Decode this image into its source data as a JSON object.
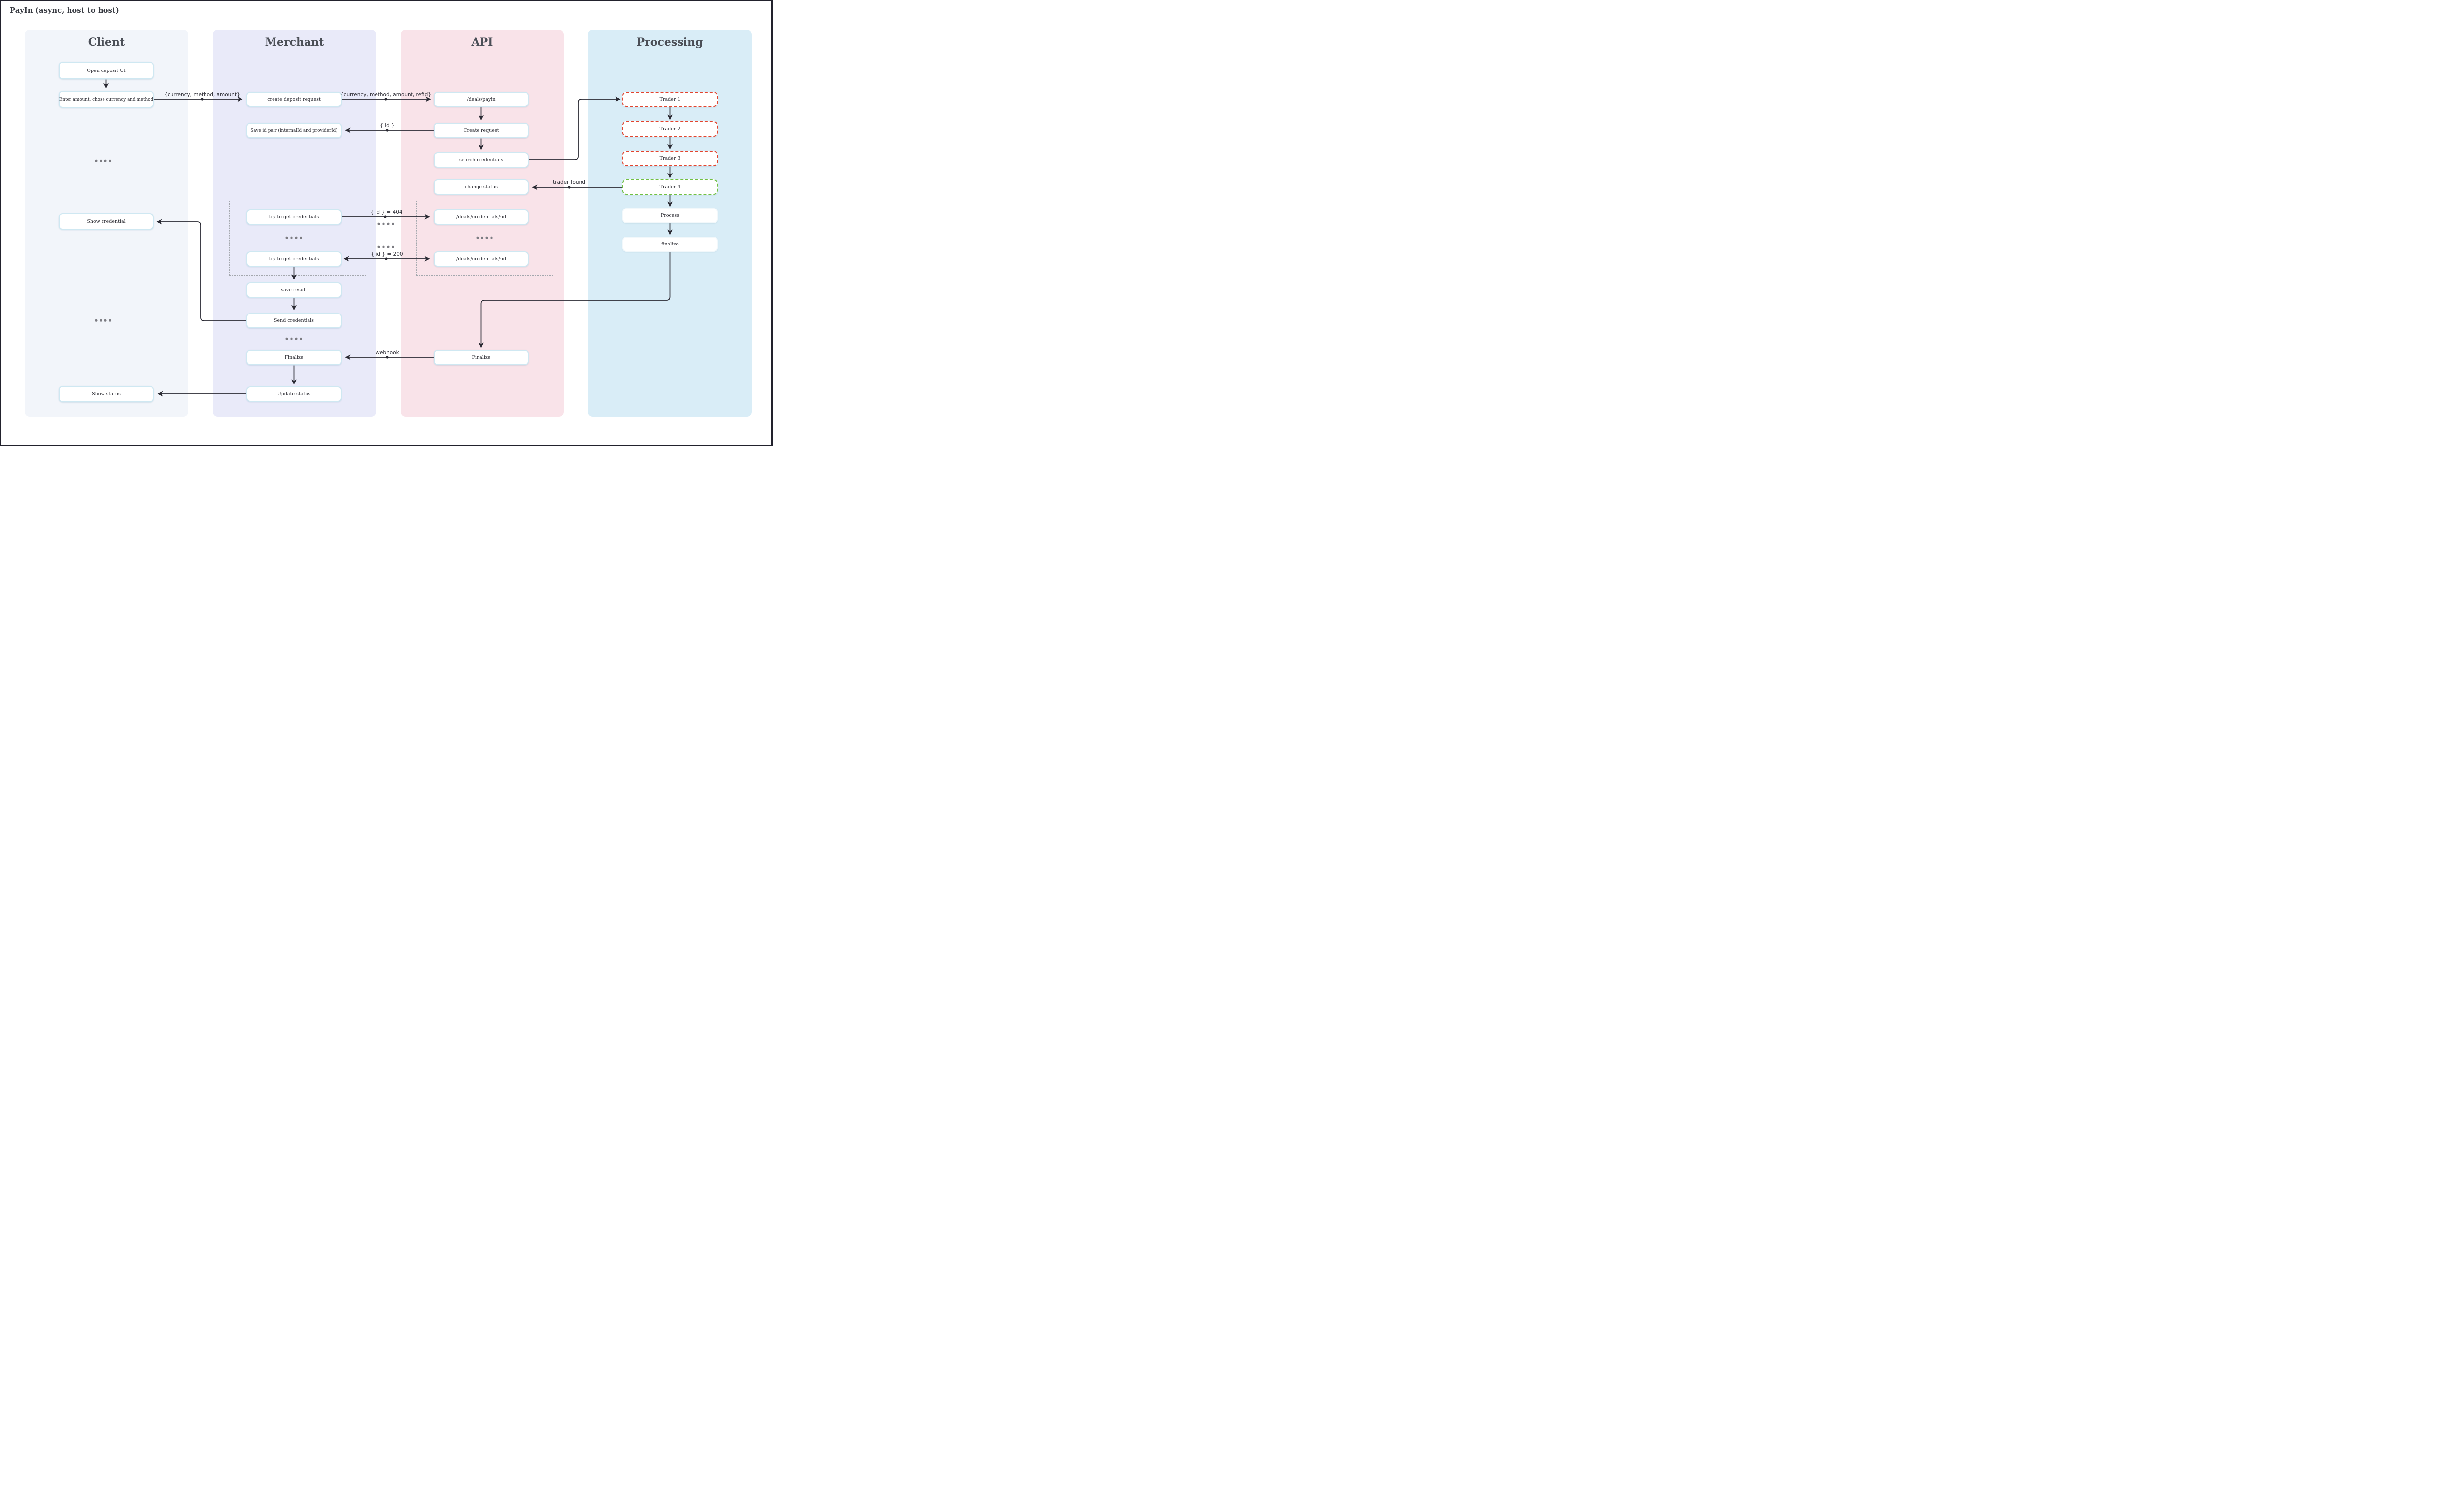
{
  "title": "PayIn (async, host to host)",
  "lanes": [
    {
      "label": "Client"
    },
    {
      "label": "Merchant"
    },
    {
      "label": "API"
    },
    {
      "label": "Processing"
    }
  ],
  "nodes": {
    "client": {
      "open_deposit_ui": "Open deposit UI",
      "enter_amount": "Enter amount, chose currency and method",
      "show_credential": "Show credential",
      "show_status": "Show status"
    },
    "merchant": {
      "create_deposit_request": "create deposit request",
      "save_id_pair": "Save id pair (internalId and providerId)",
      "try_get_credentials_1": "try to get credentials",
      "try_get_credentials_2": "try to get credentials",
      "save_result": "save result",
      "send_credentials": "Send credentials",
      "finalize": "Finalize",
      "update_status": "Update status"
    },
    "api": {
      "deals_payin": "/deals/payin",
      "create_request": "Create request",
      "search_credentials": "search credentials",
      "change_status": "change status",
      "deals_credentials_1": "/deals/credentials/:id",
      "deals_credentials_2": "/deals/credentials/:id",
      "finalize": "Finalize"
    },
    "processing": {
      "trader_1": "Trader 1",
      "trader_2": "Trader 2",
      "trader_3": "Trader 3",
      "trader_4": "Trader 4",
      "process": "Process",
      "finalize": "finalize"
    }
  },
  "edge_labels": {
    "currency_method_amount": "{currency, method, amount}",
    "currency_method_amount_refid": "{currency, method, amount, refid}",
    "id": "{ id }",
    "trader_found": "trader found",
    "id_404": "{ id } = 404",
    "id_200": "{ id } = 200",
    "webhook": "webhook"
  },
  "colors": {
    "lane_client": "#f2f5fa",
    "lane_merchant": "#e9eaf9",
    "lane_api": "#f9e3e9",
    "lane_processing": "#d9edf7",
    "node_border": "#cfe8f2",
    "trader_red": "#e2442e",
    "trader_green": "#70c043",
    "arrow": "#2a2a33",
    "header_text": "#4b4f57",
    "canvas_border": "#22222d"
  }
}
